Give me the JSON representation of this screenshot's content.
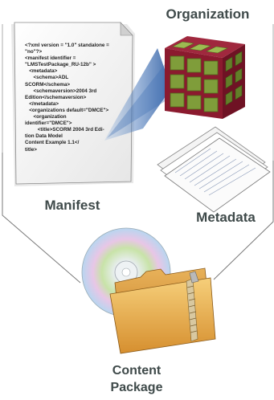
{
  "labels": {
    "organization": "Organization",
    "manifest": "Manifest",
    "metadata": "Metadata",
    "package_line1": "Content",
    "package_line2": "Package"
  },
  "manifest_code": [
    "<?xml version = \"1.0\" standalone =",
    "\"no\"?>",
    "<manifest identifier =",
    "\"LMSTestPackage_RU-12b\" >",
    "   <metadata>",
    "      <schema>ADL",
    "SCORM</schema>",
    "      <schemaversion>2004 3rd",
    "Edition</schemaversion>",
    "   </metadata>",
    "   <organizations default=\"DMCE\">",
    "      <organization",
    "identifier=\"DMCE\">",
    "         <title>SCORM 2004 3rd Edi-",
    "tion Data Model",
    "Content Example 1.1</",
    "title>"
  ],
  "colors": {
    "caption": "#3f4a4a",
    "cube_red": "#8b1a2e",
    "cube_green": "#7f9d3a",
    "beam_blue": "#4a78b8",
    "folder_orange": "#e0a64a"
  }
}
